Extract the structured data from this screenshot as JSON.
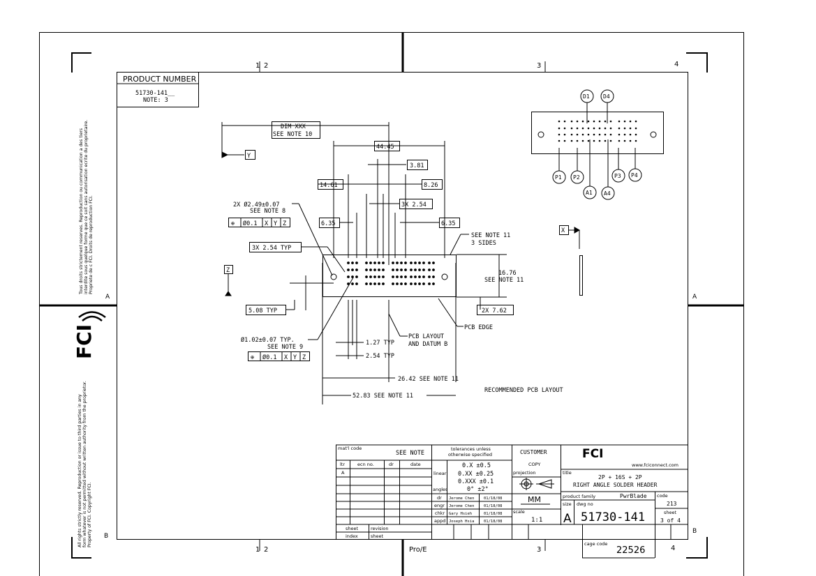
{
  "frame": {
    "zone_top_1": "1",
    "zone_top_2": "2",
    "zone_top_3": "3",
    "zone_top_4": "4",
    "zone_bot_1": "1",
    "zone_bot_2": "2",
    "zone_bot_3": "3",
    "zone_bot_4": "4",
    "zone_left_a": "A",
    "zone_left_b": "B",
    "zone_right_a": "A",
    "zone_right_b": "B",
    "pro_e": "Pro/E"
  },
  "side": {
    "rights_fr_1": "Tous droits strictement reserves.  Reproduction ou communication a des tiers",
    "rights_fr_2": "interdite sous quelque forme que ce soit sans autorisation ecrite du proprietaire.",
    "rights_fr_3": "Propriete de c FCI.   Droits de reproduction FCI.",
    "rights_en_1": "All rights strictly reserved.  Reproduction or issue to third parties in any",
    "rights_en_2": "form whatever is not permitted without written authority from the proprietor.",
    "rights_en_3": "Property of FCI.   Copyright FCI.",
    "logo": "FCI"
  },
  "product": {
    "header": "PRODUCT NUMBER",
    "number": "51730-141__",
    "note": "NOTE: 3"
  },
  "dims": {
    "dim_xxx": "DIM XXX",
    "see_note_10": "SEE NOTE 10",
    "d_44_45": "44.45",
    "d_3_81": "3.81",
    "d_14_61": "14.61",
    "d_8_26": "8.26",
    "d_3x_2_54": "3X 2.54",
    "d_6_35_l": "6.35",
    "d_6_35_r": "6.35",
    "hole_2x": "2X Ø2.49±0.07",
    "see_note_8": "SEE NOTE 8",
    "fcf1_sym": "⊕",
    "fcf1_tol": "Ø0.1",
    "fcf1_x": "X",
    "fcf1_y": "Y",
    "fcf1_z": "Z",
    "d_3x_254_typ": "3X 2.54 TYP",
    "see_note_11": "SEE NOTE 11",
    "three_sides": "3 SIDES",
    "d_16_76": "16.76",
    "see_note_11b": "SEE NOTE 11",
    "d_5_08": "5.08 TYP",
    "d_2x_7_62": "2X 7.62",
    "pcb_edge": "PCB EDGE",
    "pcb_layout": "PCB LAYOUT",
    "datum_b": "AND DATUM B",
    "hole_1_02": "Ø1.02±0.07 TYP.",
    "see_note_9": "SEE NOTE 9",
    "fcf2_sym": "⊕",
    "fcf2_tol": "Ø0.1",
    "fcf2_x": "X",
    "fcf2_y": "Y",
    "fcf2_z": "Z",
    "d_1_27": "1.27 TYP",
    "d_2_54": "2.54 TYP",
    "d_26_42": "26.42 SEE NOTE 11",
    "d_52_83": "52.83 SEE NOTE 11",
    "recommended": "RECOMMENDED PCB LAYOUT",
    "datum_y": "Y",
    "datum_z": "Z",
    "datum_x": "X"
  },
  "connector": {
    "d1": "D1",
    "d4": "D4",
    "p1": "P1",
    "p2": "P2",
    "p3": "P3",
    "p4": "P4",
    "a1": "A1",
    "a4": "A4"
  },
  "title_block": {
    "matl_code": "mat'l code",
    "see_note": "SEE NOTE",
    "tol_1": "tolerances unless",
    "tol_2": "otherwise specified",
    "customer": "CUSTOMER",
    "copy": "COPY",
    "col_ltr": "ltr",
    "col_ecn": "ecn no.",
    "col_dr": "dr",
    "col_date": "date",
    "rev_a": "A",
    "linear": "linear",
    "tol_x": "0.X ±0.5",
    "tol_xx": "0.XX ±0.25",
    "tol_xxx": "0.XXX ±0.1",
    "angles": "angles",
    "tol_ang": "0°  ±2°",
    "projection": "projection",
    "units": "MM",
    "website": "www.fciconnect.com",
    "title_lbl": "title",
    "title_1": "2P + 16S + 2P",
    "title_2": "RIGHT ANGLE SOLDER HEADER",
    "code_lbl": "code",
    "code_val": "213",
    "product_family_lbl": "product family",
    "product_family": "PwrBlade",
    "size_lbl": "size",
    "size_val": "A",
    "dwg_no_lbl": "dwg no",
    "dwg_no": "51730-141",
    "sheet_lbl": "sheet",
    "sheet_val": "3 of 4",
    "scale_lbl": "scale",
    "scale_val": "1:1",
    "r_dr": "dr",
    "n_dr": "Jerome Chen",
    "d_dr": "01/18/08",
    "r_engr": "engr",
    "n_engr": "Jerome Chen",
    "d_engr": "01/18/08",
    "r_chkr": "chkr",
    "n_chkr": "Gary Hsieh",
    "d_chkr": "01/18/08",
    "r_appd": "appd",
    "n_appd": "Joseph Hsia",
    "d_appd": "01/18/08",
    "sheet_index_1": "sheet",
    "sheet_index_2": "index",
    "revision_1": "revision",
    "revision_2": "sheet",
    "cage_code_lbl": "cage code",
    "cage_code": "22526"
  }
}
